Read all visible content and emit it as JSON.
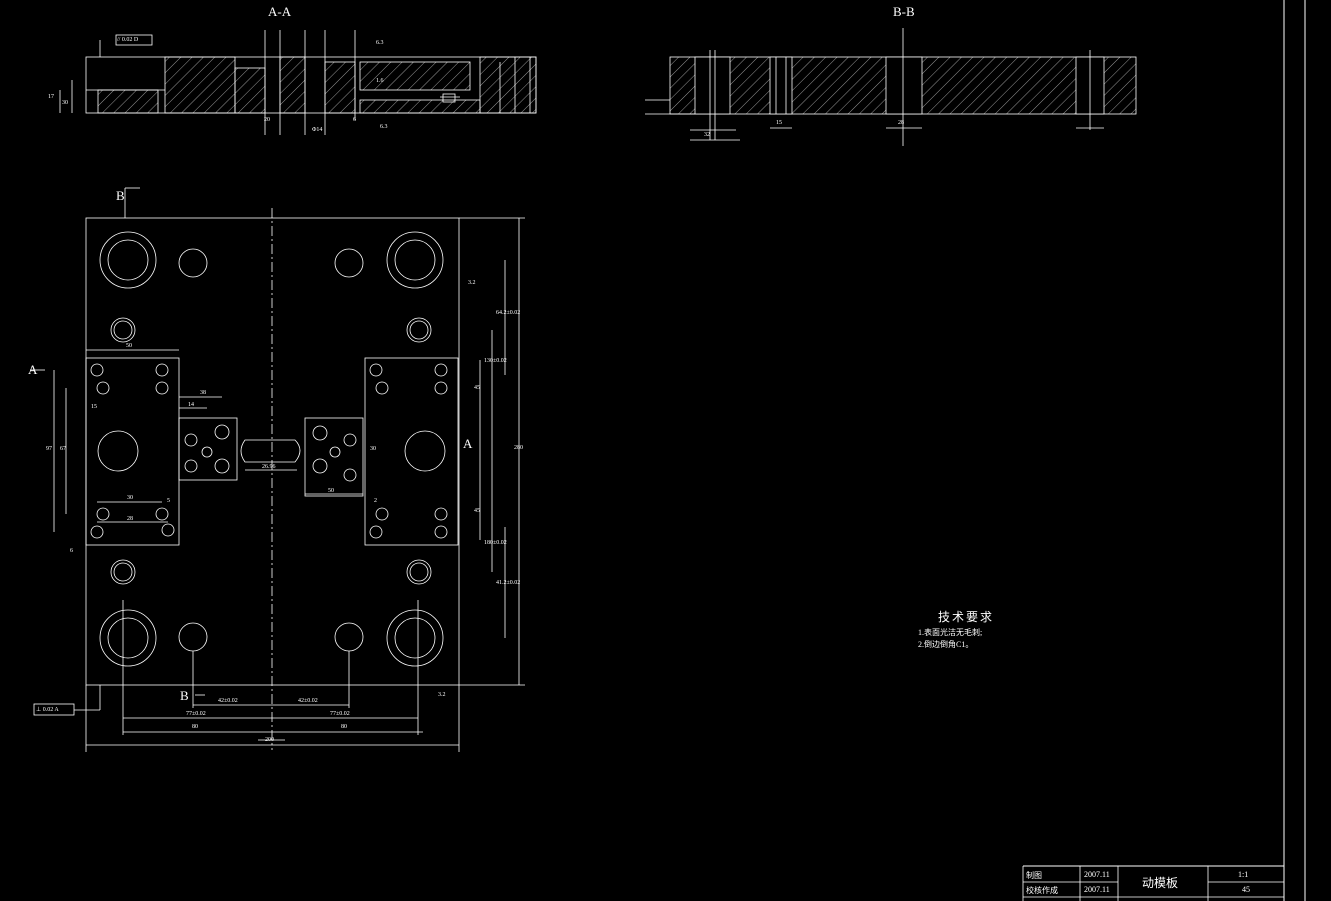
{
  "views": {
    "section_aa": "A-A",
    "section_bb": "B-B",
    "marker_b_top": "B",
    "marker_b_bottom": "B",
    "marker_a_left": "A",
    "marker_a_right": "A"
  },
  "tolerance_frames": {
    "parallelism": "// 0.02 D",
    "perpendicularity": "⊥ 0.02 A"
  },
  "surface_finish": [
    "6.3",
    "1.6",
    "6.3",
    "3.2",
    "3.2"
  ],
  "dimensions": {
    "width_total": "200",
    "height_total": "280",
    "half_left": "80",
    "half_right": "80",
    "pitch_left": "77±0.02",
    "pitch_right": "77±0.02",
    "center_left": "42±0.02",
    "center_right": "42±0.02",
    "insert_width": "50",
    "insert_pitch": "30",
    "insert_pitch_b": "28",
    "insert_height": "97",
    "insert_height_inner": "67",
    "small_14": "14",
    "small_38": "38",
    "small_15": "15",
    "small_5": "5",
    "small_6": "6",
    "small_2": "2",
    "small_50": "50",
    "small_30": "30",
    "gate_width": "26.96",
    "right_45a": "45",
    "right_45b": "45",
    "right_130": "130±0.02",
    "right_180": "180±0.02",
    "right_41": "41.2±0.02",
    "right_64": "64.2±0.02",
    "section_30": "30",
    "section_20": "20",
    "section_17": "17",
    "section_14": "Φ14",
    "section_6": "6",
    "section_15": "15",
    "section_28": "28",
    "section_32": "32"
  },
  "tech_requirements": {
    "title": "技术要求",
    "items": [
      "1.表面光洁无毛刺;",
      "2.倒边倒角C1。"
    ]
  },
  "title_block": {
    "drawn_label": "制图",
    "checked_label": "校核作成",
    "date1": "2007.11",
    "date2": "2007.11",
    "part_name": "动模板",
    "scale": "1:1",
    "material": "45"
  },
  "colors": {
    "background": "#000000",
    "lines": "#ffffff"
  }
}
